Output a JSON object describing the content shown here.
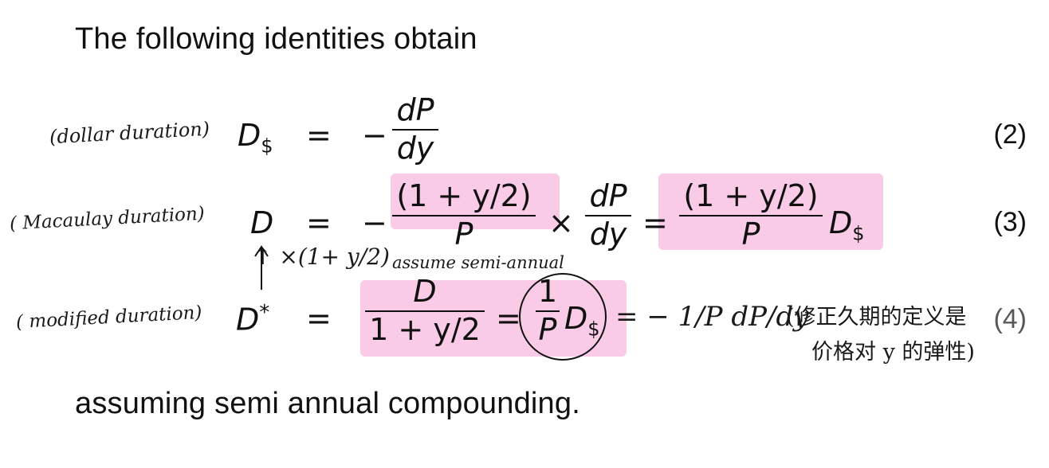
{
  "intro": "The following identities obtain",
  "outro": "assuming semi annual compounding.",
  "annotations": {
    "dollar": "(dollar duration)",
    "macaulay": "( Macaulay duration)",
    "modified": "( modified duration)",
    "arrow_note": "↑ ×(1+ y/2)",
    "assume": "assume semi-annual",
    "tail": "= − 1/P  dP/dy",
    "chinese1": "(修正久期的定义是",
    "chinese2": "价格对 y 的弹性)"
  },
  "equations": {
    "e2": {
      "lhs": "D",
      "sub": "$",
      "num": "(2)"
    },
    "e3": {
      "lhs": "D",
      "num": "(3)"
    },
    "e4": {
      "lhs": "D",
      "sup": "*",
      "num": "(4)"
    }
  },
  "math": {
    "equals": "=",
    "minus": "−",
    "times": "×",
    "dP": "dP",
    "dy": "dy",
    "one_plus": "(1 + y/2)",
    "P": "P",
    "one_plus_plain": "1 + y/2",
    "one": "1",
    "D": "D",
    "dollar": "$"
  }
}
